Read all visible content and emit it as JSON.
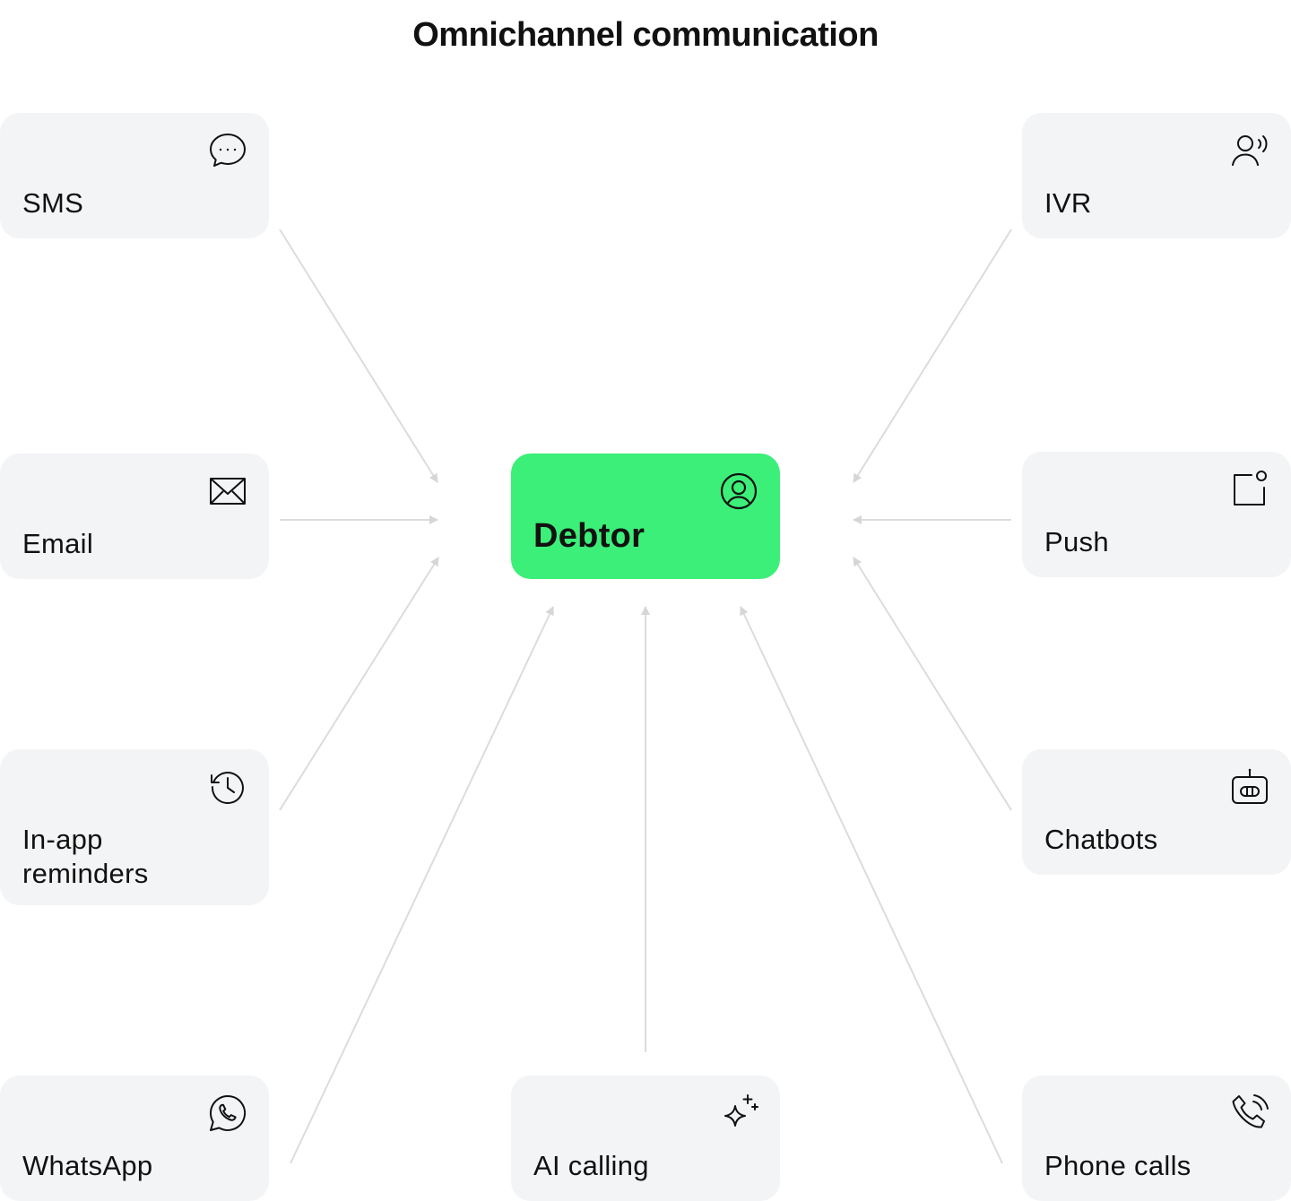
{
  "title": "Omnichannel communication",
  "center": {
    "label": "Debtor",
    "icon": "user-circle-icon",
    "color": "#3bef78"
  },
  "channels": {
    "sms": {
      "label": "SMS",
      "icon": "chat-bubble-icon"
    },
    "email": {
      "label": "Email",
      "icon": "envelope-icon"
    },
    "in_app": {
      "label_line1": "In-app",
      "label_line2": "reminders",
      "icon": "history-clock-icon"
    },
    "whatsapp": {
      "label": "WhatsApp",
      "icon": "whatsapp-icon"
    },
    "ai_calling": {
      "label": "AI calling",
      "icon": "sparkle-icon"
    },
    "phone_calls": {
      "label": "Phone calls",
      "icon": "phone-ringing-icon"
    },
    "chatbots": {
      "label": "Chatbots",
      "icon": "robot-icon"
    },
    "push": {
      "label": "Push",
      "icon": "notification-icon"
    },
    "ivr": {
      "label": "IVR",
      "icon": "voice-user-icon"
    }
  },
  "colors": {
    "card_bg": "#f3f4f6",
    "arrow": "#d9d9d9",
    "accent": "#3bef78"
  }
}
